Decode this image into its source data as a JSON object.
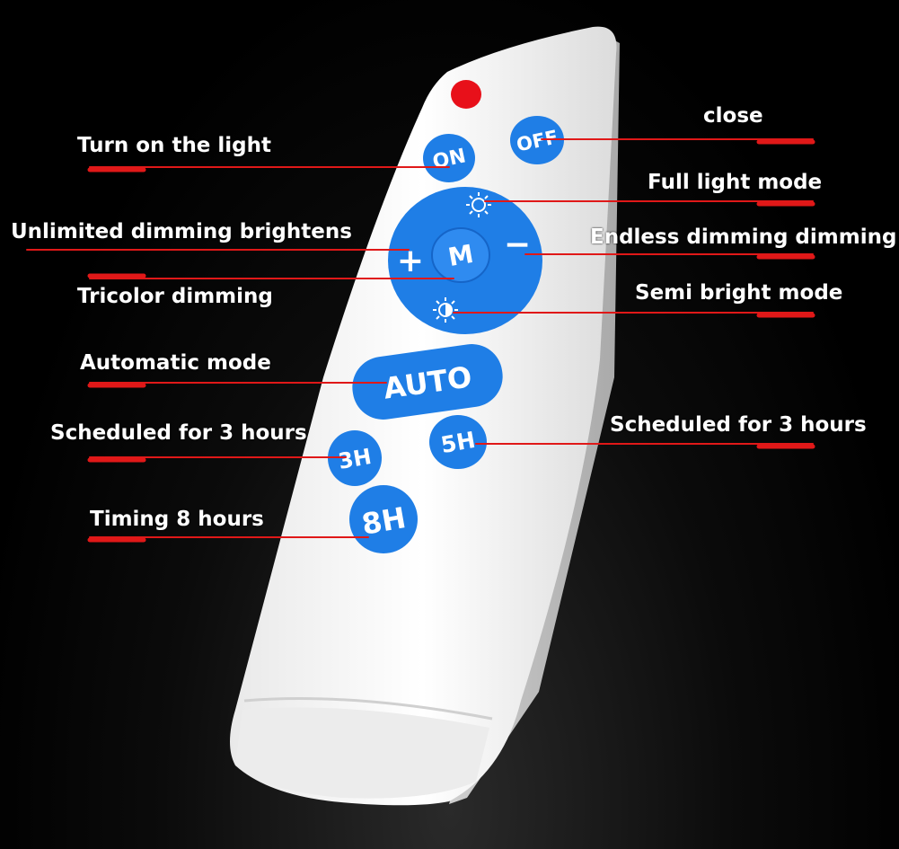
{
  "labels": {
    "close": "close",
    "turn_on": "Turn on the light",
    "full_light": "Full light mode",
    "unlimited_bright": "Unlimited dimming brightens",
    "endless_dim": "Endless dimming dimming",
    "tricolor": "Tricolor dimming",
    "semi_bright": "Semi bright mode",
    "automatic": "Automatic mode",
    "sched_3h_left": "Scheduled for 3 hours",
    "sched_3h_right": "Scheduled for 3 hours",
    "timing_8h": "Timing 8 hours"
  },
  "buttons": {
    "on": "ON",
    "off": "OFF",
    "m": "M",
    "plus": "+",
    "minus": "−",
    "auto": "AUTO",
    "h3": "3H",
    "h5": "5H",
    "h8": "8H"
  },
  "colors": {
    "button_blue": "#1f7ee6",
    "leader_red": "#e01818",
    "remote_white": "#f4f4f4",
    "indicator_red": "#e8101a"
  }
}
